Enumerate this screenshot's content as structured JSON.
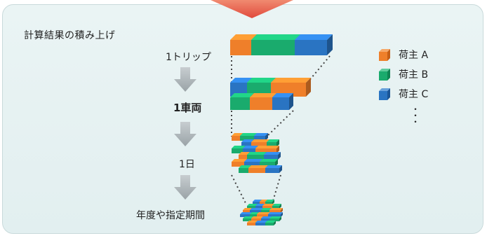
{
  "title": "計算結果の積み上げ",
  "stages": [
    {
      "label": "1トリップ",
      "bold": false
    },
    {
      "label": "1車両",
      "bold": true
    },
    {
      "label": "1日",
      "bold": false
    },
    {
      "label": "年度や指定期間",
      "bold": false
    }
  ],
  "legend": [
    {
      "label": "荷主 A",
      "color": "#ef7f2a",
      "icon": "orange-cube-icon"
    },
    {
      "label": "荷主 B",
      "color": "#1aab6d",
      "icon": "green-cube-icon"
    },
    {
      "label": "荷主 C",
      "color": "#2a74c2",
      "icon": "blue-cube-icon"
    }
  ],
  "legend_more": "・・・",
  "colors": {
    "orange": "#ef7f2a",
    "green": "#1aab6d",
    "blue": "#2a74c2",
    "arrow": "#b0b8bb",
    "top_arrow": "#e45a4a"
  }
}
